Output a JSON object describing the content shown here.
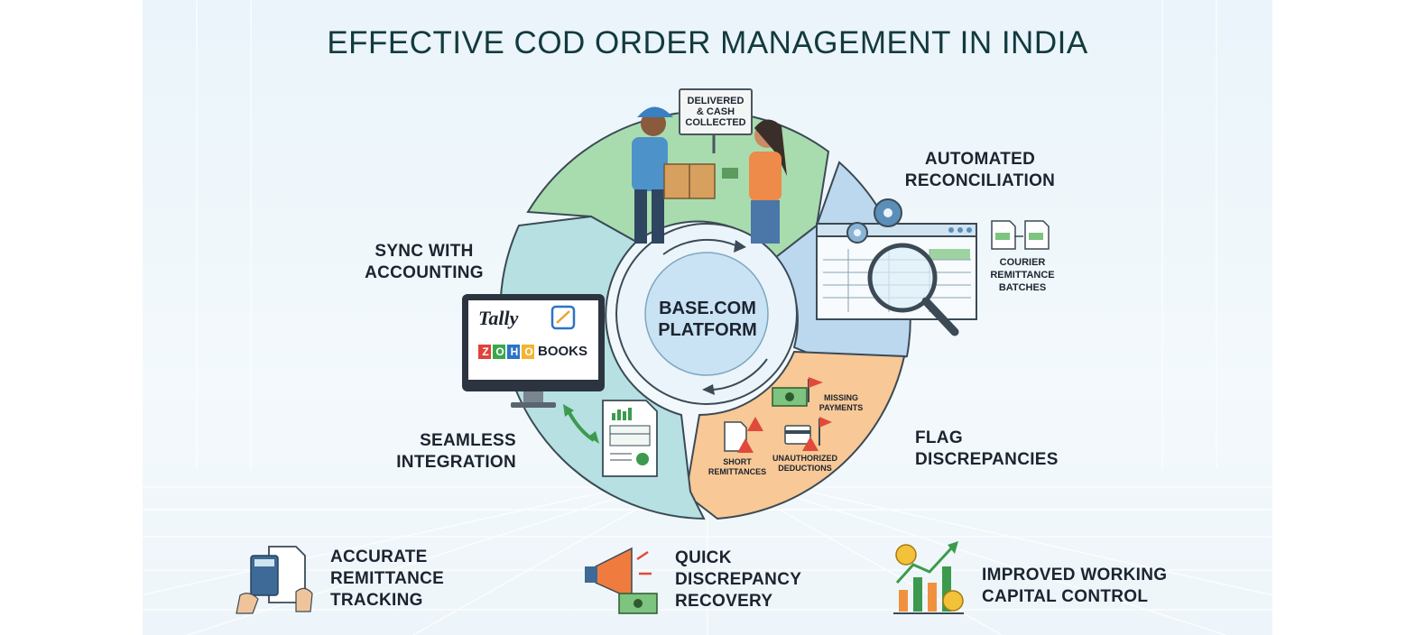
{
  "title": "EFFECTIVE COD ORDER MANAGEMENT IN INDIA",
  "center": {
    "line1": "BASE.COM",
    "line2": "PLATFORM"
  },
  "delivery_sign": [
    "DELIVERED",
    "& CASH",
    "COLLECTED"
  ],
  "stages": {
    "reconciliation": [
      "AUTOMATED",
      "RECONCILIATION"
    ],
    "courier_batches": [
      "COURIER",
      "REMITTANCE",
      "BATCHES"
    ],
    "flag": [
      "FLAG",
      "DISCREPANCIES"
    ],
    "missing_payments": [
      "MISSING",
      "PAYMENTS"
    ],
    "short_remittances": [
      "SHORT",
      "REMITTANCES"
    ],
    "unauthorized_deductions": [
      "UNAUTHORIZED",
      "DEDUCTIONS"
    ],
    "integration": [
      "SEAMLESS",
      "INTEGRATION"
    ],
    "sync": [
      "SYNC WITH",
      "ACCOUNTING"
    ]
  },
  "brands": {
    "tally": "Tally",
    "zoho_letters": [
      "Z",
      "O",
      "H",
      "O"
    ],
    "books": "BOOKS"
  },
  "benefits": [
    {
      "lines": [
        "ACCURATE",
        "REMITTANCE",
        "TRACKING"
      ]
    },
    {
      "lines": [
        "QUICK",
        "DISCREPANCY",
        "RECOVERY"
      ]
    },
    {
      "lines": [
        "IMPROVED WORKING",
        "CAPITAL CONTROL"
      ]
    }
  ],
  "colors": {
    "green_segment": "#a8dcae",
    "blue_segment": "#bcd8ef",
    "orange_segment": "#f8c896",
    "teal_segment": "#b6e0e2",
    "center_fill": "#c9e3f4",
    "title_color": "#123a3f"
  }
}
